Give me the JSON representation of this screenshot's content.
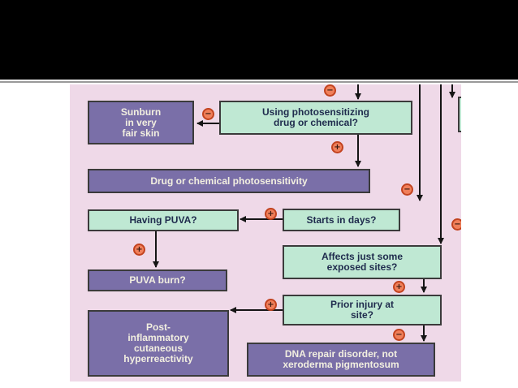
{
  "diagram": {
    "nodes": {
      "sunburn": "Sunburn\nin very\nfair skin",
      "photosensitizing_question": "Using photosensitizing\ndrug or chemical?",
      "drug_photosensitivity": "Drug or chemical photosensitivity",
      "puva_question": "Having PUVA?",
      "starts_in_days": "Starts in days?",
      "affects_some_sites": "Affects just some\nexposed sites?",
      "puva_burn": "PUVA burn?",
      "prior_injury": "Prior injury at\nsite?",
      "post_inflammatory": "Post-\ninflammatory\ncutaneous\nhyperreactivity",
      "dna_repair": "DNA repair disorder, not\nxeroderma pigmentosum"
    },
    "signs": {
      "minus": "−",
      "plus": "+"
    },
    "colors": {
      "question_box": "#bfe8d3",
      "outcome_box": "#7a6fa8",
      "background": "#efd9e8",
      "sign": "#f07f5a"
    }
  }
}
